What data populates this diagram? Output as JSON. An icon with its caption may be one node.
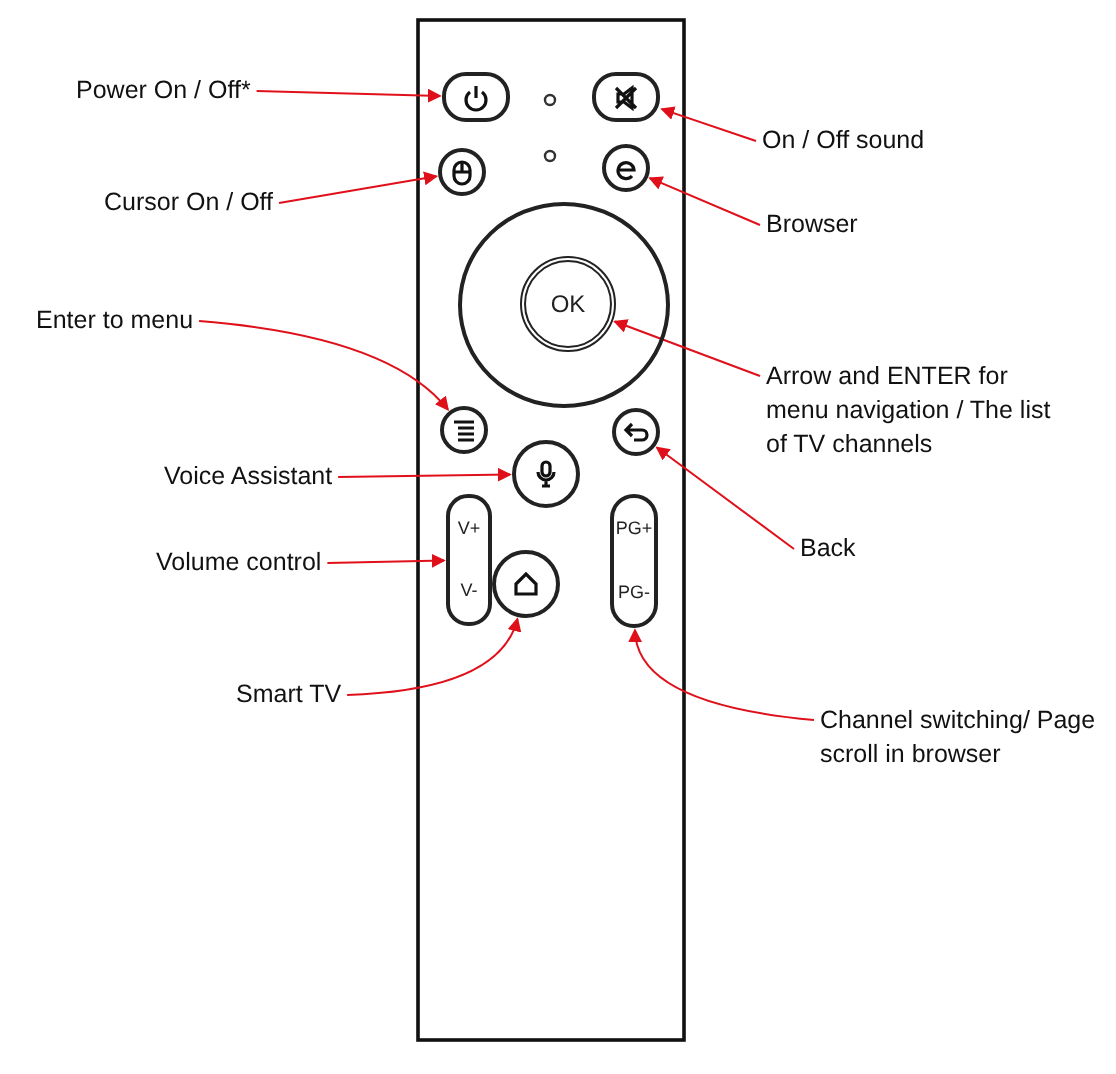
{
  "diagram": {
    "nodes": [
      {
        "text": [
          "Power On / Off*"
        ]
      },
      {
        "text": [],
        "shape": "box"
      },
      {
        "text": [],
        "shape": "box"
      },
      {
        "text": [
          "On / Off sound"
        ]
      },
      {
        "text": [
          "Cursor On / Off"
        ]
      },
      {
        "text": [],
        "shape": "circle"
      },
      {
        "text": [],
        "shape": "circle"
      },
      {
        "text": [
          "Browser"
        ]
      },
      {
        "text": [
          "Enter to menu"
        ]
      },
      {
        "text": [],
        "shape": "circle"
      },
      {
        "text": [
          "OK"
        ],
        "in": 9
      },
      {
        "text": [
          "Arrow and ENTER for menu navigation / The list of TV channels"
        ]
      },
      {
        "text": [],
        "shape": "circle"
      },
      {
        "text": [
          "Voice Assistant"
        ]
      },
      {
        "text": [],
        "shape": "circle"
      },
      {
        "text": [],
        "shape": "circle"
      },
      {
        "text": [
          "Back"
        ]
      },
      {
        "text": [
          "Volume control"
        ]
      },
      {
        "text": [
          "V+",
          "V-"
        ]
      },
      {
        "text": [],
        "shape": "circle"
      },
      {
        "text": [
          "PG+",
          "PG-"
        ]
      },
      {
        "text": [
          "Smart TV"
        ]
      },
      {
        "text": [
          "Channel switching/ Page scroll in browser"
        ]
      }
    ],
    "edges": [
      {
        "from": 0,
        "to": 1,
        "arrow": "to"
      },
      {
        "from": 3,
        "to": 2,
        "arrow": "to"
      },
      {
        "from": 4,
        "to": 5,
        "arrow": "to"
      },
      {
        "from": 7,
        "to": 6,
        "arrow": "to"
      },
      {
        "from": 8,
        "to": 12,
        "arrow": "to"
      },
      {
        "from": 11,
        "to": 10,
        "arrow": "to"
      },
      {
        "from": 13,
        "to": 14,
        "arrow": "to"
      },
      {
        "from": 16,
        "to": 15,
        "arrow": "to"
      },
      {
        "from": 17,
        "to": 18,
        "arrow": "to"
      },
      {
        "from": 21,
        "to": 19,
        "arrow": "to"
      },
      {
        "from": 22,
        "to": 20,
        "arrow": "to"
      }
    ]
  }
}
